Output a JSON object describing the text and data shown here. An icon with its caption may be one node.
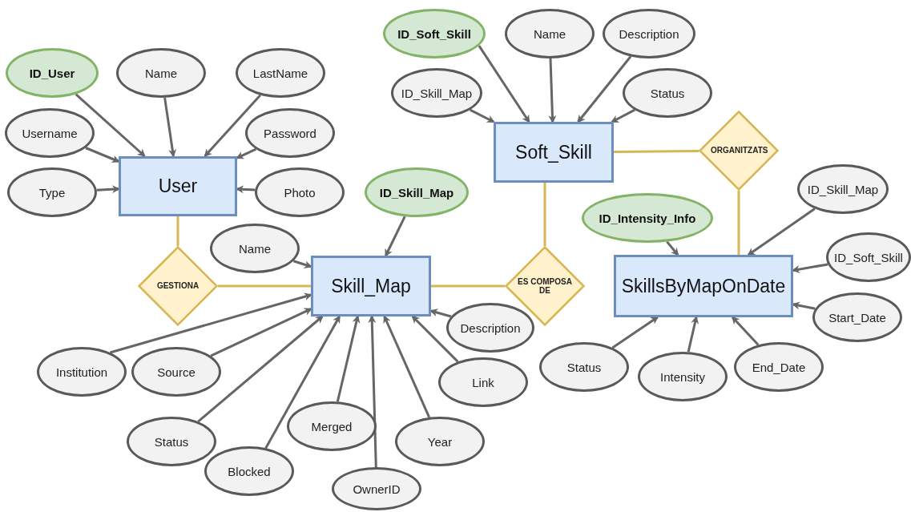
{
  "diagram": {
    "nodes": [
      {
        "text": [
          "User"
        ]
      },
      {
        "text": [
          "ID_User"
        ]
      },
      {
        "text": [
          "Name"
        ]
      },
      {
        "text": [
          "LastName"
        ]
      },
      {
        "text": [
          "Username"
        ]
      },
      {
        "text": [
          "Password"
        ]
      },
      {
        "text": [
          "Type"
        ]
      },
      {
        "text": [
          "Photo"
        ]
      },
      {
        "text": [
          "Soft_Skill"
        ]
      },
      {
        "text": [
          "ID_Soft_Skill"
        ]
      },
      {
        "text": [
          "Name"
        ]
      },
      {
        "text": [
          "Description"
        ]
      },
      {
        "text": [
          "ID_Skill_Map"
        ]
      },
      {
        "text": [
          "Status"
        ]
      },
      {
        "text": [
          "ORGANITZATS"
        ]
      },
      {
        "text": [
          "Skill_Map"
        ]
      },
      {
        "text": [
          "ID_Skill_Map"
        ]
      },
      {
        "text": [
          "Name"
        ]
      },
      {
        "text": [
          "GESTIONA"
        ]
      },
      {
        "text": [
          "ES COMPOSA DE"
        ]
      },
      {
        "text": [
          "Description"
        ]
      },
      {
        "text": [
          "Institution"
        ]
      },
      {
        "text": [
          "Source"
        ]
      },
      {
        "text": [
          "Link"
        ]
      },
      {
        "text": [
          "Status"
        ]
      },
      {
        "text": [
          "Merged"
        ]
      },
      {
        "text": [
          "Year"
        ]
      },
      {
        "text": [
          "Blocked"
        ]
      },
      {
        "text": [
          "OwnerID"
        ]
      },
      {
        "text": [
          "SkillsByMapOnDate"
        ]
      },
      {
        "text": [
          "ID_Intensity_Info"
        ]
      },
      {
        "text": [
          "ID_Skill_Map"
        ]
      },
      {
        "text": [
          "ID_Soft_Skill"
        ]
      },
      {
        "text": [
          "Start_Date"
        ]
      },
      {
        "text": [
          "Status"
        ]
      },
      {
        "text": [
          "Intensity"
        ]
      },
      {
        "text": [
          "End_Date"
        ]
      }
    ],
    "edges": [
      {
        "from": 1,
        "to": 0,
        "arrow": "to"
      },
      {
        "from": 2,
        "to": 0,
        "arrow": "to"
      },
      {
        "from": 3,
        "to": 0,
        "arrow": "to"
      },
      {
        "from": 4,
        "to": 0,
        "arrow": "to"
      },
      {
        "from": 5,
        "to": 0,
        "arrow": "to"
      },
      {
        "from": 6,
        "to": 0,
        "arrow": "to"
      },
      {
        "from": 7,
        "to": 0,
        "arrow": "to"
      },
      {
        "from": 9,
        "to": 8,
        "arrow": "to"
      },
      {
        "from": 10,
        "to": 8,
        "arrow": "to"
      },
      {
        "from": 11,
        "to": 8,
        "arrow": "to"
      },
      {
        "from": 12,
        "to": 8,
        "arrow": "to"
      },
      {
        "from": 13,
        "to": 8,
        "arrow": "to"
      },
      {
        "from": 8,
        "to": 14,
        "arrow": "none",
        "color": "#d6b656"
      },
      {
        "from": 14,
        "to": 29,
        "arrow": "none",
        "color": "#d6b656"
      },
      {
        "from": 0,
        "to": 18,
        "arrow": "none",
        "color": "#d6b656"
      },
      {
        "from": 18,
        "to": 15,
        "arrow": "none",
        "color": "#d6b656"
      },
      {
        "from": 8,
        "to": 19,
        "arrow": "none",
        "color": "#d6b656"
      },
      {
        "from": 19,
        "to": 15,
        "arrow": "none",
        "color": "#d6b656"
      },
      {
        "from": 16,
        "to": 15,
        "arrow": "to"
      },
      {
        "from": 17,
        "to": 15,
        "arrow": "to"
      },
      {
        "from": 20,
        "to": 15,
        "arrow": "to"
      },
      {
        "from": 21,
        "to": 15,
        "arrow": "to"
      },
      {
        "from": 22,
        "to": 15,
        "arrow": "to"
      },
      {
        "from": 23,
        "to": 15,
        "arrow": "to"
      },
      {
        "from": 24,
        "to": 15,
        "arrow": "to"
      },
      {
        "from": 25,
        "to": 15,
        "arrow": "to"
      },
      {
        "from": 26,
        "to": 15,
        "arrow": "to"
      },
      {
        "from": 27,
        "to": 15,
        "arrow": "to"
      },
      {
        "from": 28,
        "to": 15,
        "arrow": "to"
      },
      {
        "from": 30,
        "to": 29,
        "arrow": "to"
      },
      {
        "from": 31,
        "to": 29,
        "arrow": "to"
      },
      {
        "from": 32,
        "to": 29,
        "arrow": "to"
      },
      {
        "from": 33,
        "to": 29,
        "arrow": "to"
      },
      {
        "from": 34,
        "to": 29,
        "arrow": "to"
      },
      {
        "from": 35,
        "to": 29,
        "arrow": "to"
      },
      {
        "from": 36,
        "to": 29,
        "arrow": "to"
      }
    ]
  }
}
